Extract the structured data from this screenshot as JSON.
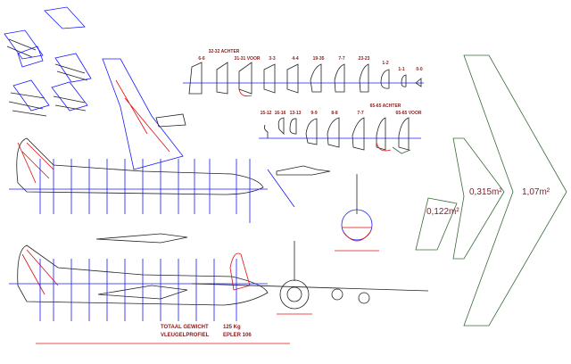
{
  "drawing": {
    "sections_top": [
      "6-6",
      "32-32 ACHTER",
      "31-31 VOOR",
      "3-3",
      "4-4",
      "19-35",
      "7-7",
      "23-23",
      "1-2",
      "1-1",
      "0-0"
    ],
    "sections_bottom": [
      "15-12",
      "16-16",
      "13-13",
      "9-9",
      "8-8",
      "7-7",
      "65-65 ACHTER",
      "65-65 VOOR"
    ],
    "notes": {
      "weight_label": "TOTAAL GEWICHT",
      "weight_value": "125 Kg",
      "profile_label": "VLEUGELPROFIEL",
      "profile_value": "EPLER 106"
    },
    "areas": [
      "0,122m²",
      "0,315m²",
      "1,07m²"
    ]
  }
}
